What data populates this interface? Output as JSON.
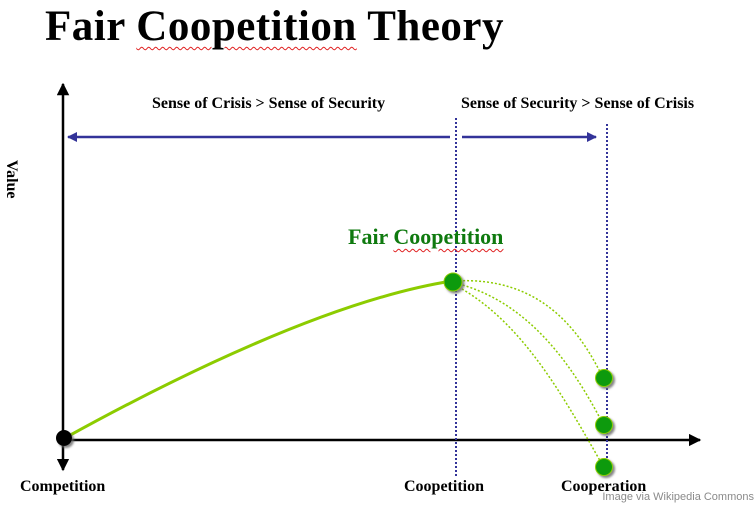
{
  "title": {
    "prefix": "Fair ",
    "underlined": "Coopetition",
    "suffix": " Theory"
  },
  "regions": {
    "left": "Sense of Crisis >  Sense of Security",
    "right": "Sense of Security  > Sense of Crisis"
  },
  "axes": {
    "y_label": "Value",
    "x_labels": {
      "competition": "Competition",
      "coopetition": "Coopetition",
      "cooperation": "Cooperation"
    }
  },
  "peak_label": {
    "prefix": "Fair ",
    "underlined": "Coopetition"
  },
  "credit": "Image via Wikipedia Commons",
  "colors": {
    "curve": "#8ccc00",
    "node": "#109a10",
    "arrow": "#333399",
    "peak_label": "#0f7a0f",
    "axis": "#000000"
  }
}
